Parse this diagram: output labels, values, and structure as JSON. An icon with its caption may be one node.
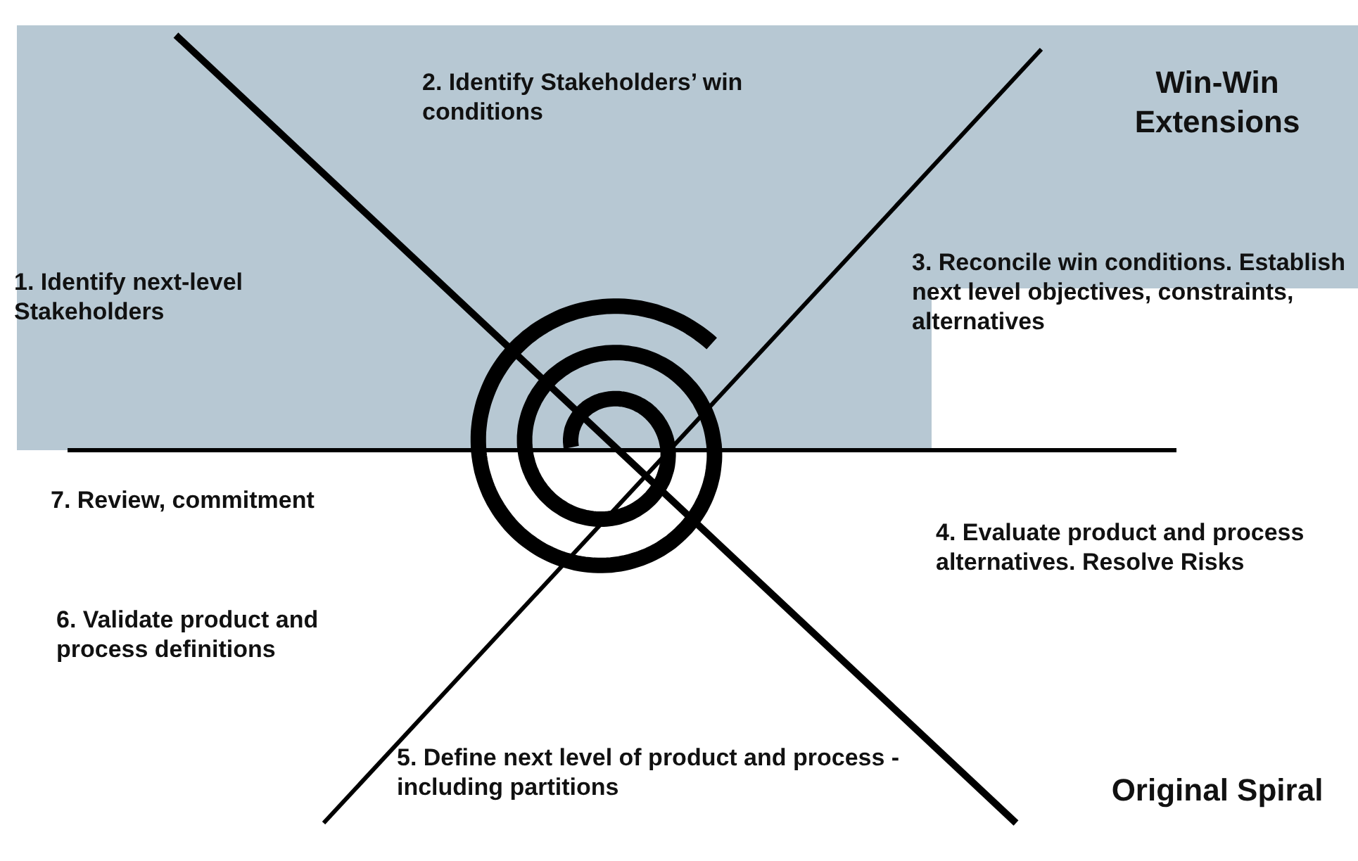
{
  "diagram": {
    "labels": [
      "2. Identify Stakeholders’ win conditions",
      "Win-Win Extensions",
      "1. Identify next-level Stakeholders",
      "3. Reconcile win conditions. Establish next level objectives, constraints, alternatives",
      "7. Review, commitment",
      "4. Evaluate product and process alternatives. Resolve Risks",
      "6. Validate product and process definitions",
      "5. Define next level of product and process - including partitions",
      "Original Spiral"
    ]
  }
}
